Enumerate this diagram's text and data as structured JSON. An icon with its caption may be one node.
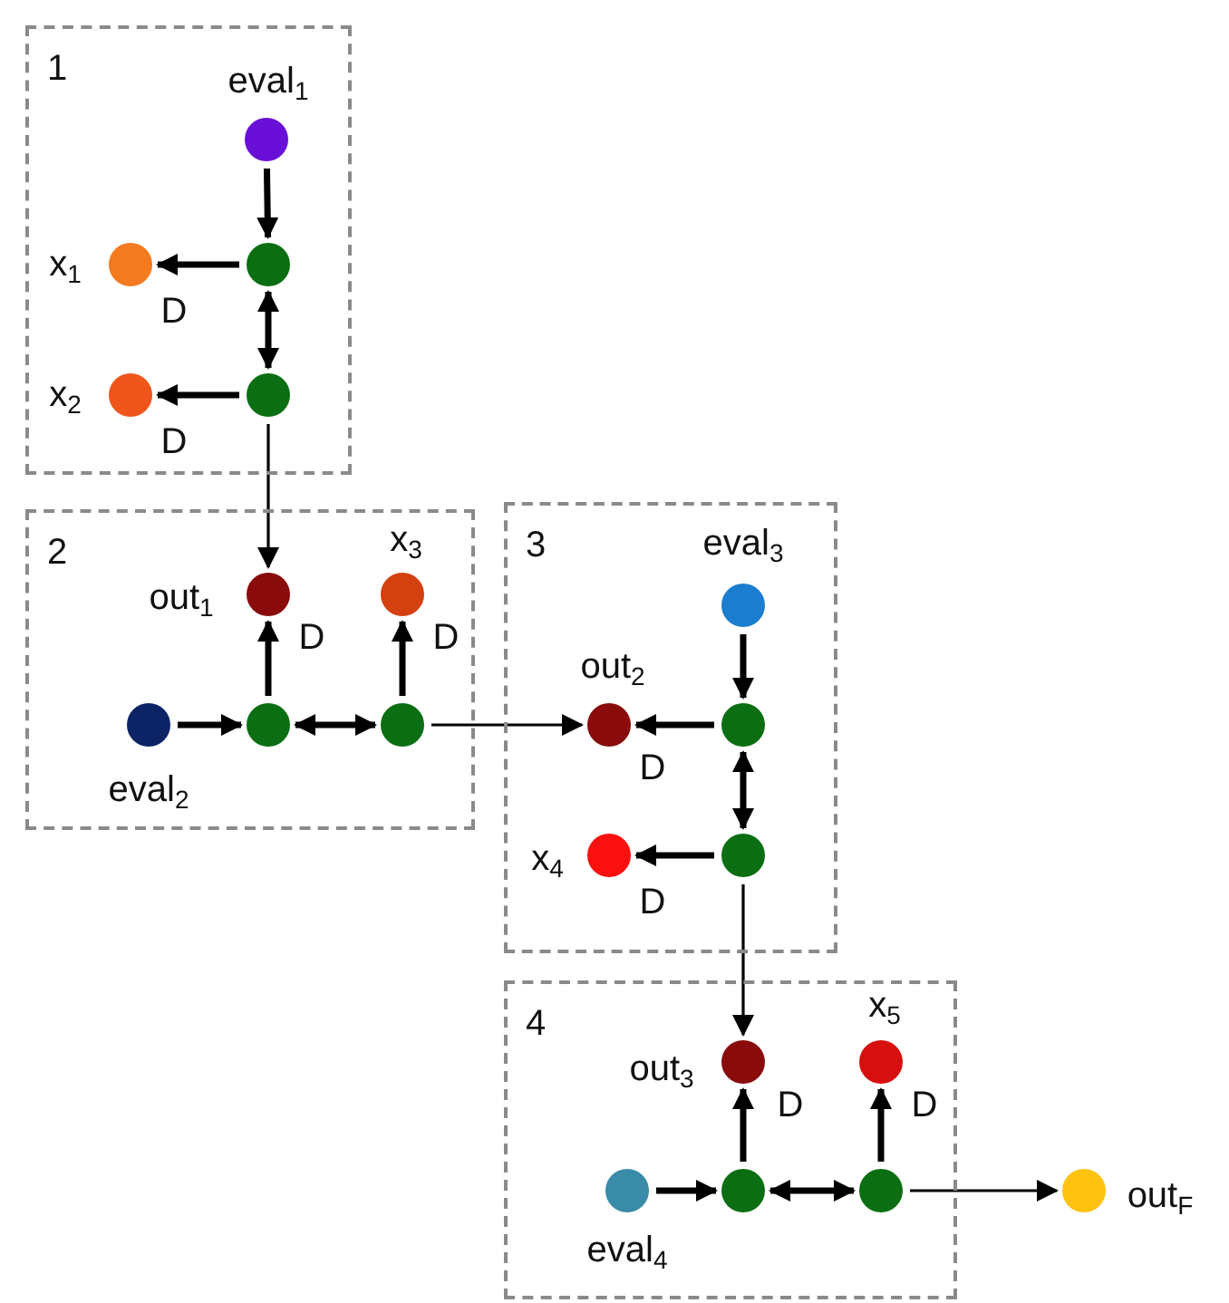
{
  "diagram": {
    "nodes": [
      {
        "text": [
          "1"
        ]
      },
      {
        "text": [],
        "shape": "circle",
        "in": 0,
        "beside": [
          "eval$_{1}$"
        ]
      },
      {
        "text": [],
        "shape": "circle",
        "in": 0
      },
      {
        "text": [],
        "shape": "circle",
        "in": 0,
        "beside": [
          "x$_{1}$"
        ]
      },
      {
        "text": [],
        "shape": "circle",
        "in": 0
      },
      {
        "text": [],
        "shape": "circle",
        "in": 0,
        "beside": [
          "x$_{2}$"
        ]
      },
      {
        "text": [
          "2"
        ]
      },
      {
        "text": [],
        "shape": "circle",
        "in": 6,
        "beside": [
          "out$_{1}$"
        ]
      },
      {
        "text": [],
        "shape": "circle",
        "in": 6,
        "beside": [
          "x$_{3}$"
        ]
      },
      {
        "text": [],
        "shape": "circle",
        "in": 6,
        "beside": [
          "eval$_{2}$"
        ]
      },
      {
        "text": [],
        "shape": "circle",
        "in": 6
      },
      {
        "text": [],
        "shape": "circle",
        "in": 6
      },
      {
        "text": [
          "3"
        ]
      },
      {
        "text": [],
        "shape": "circle",
        "in": 12,
        "beside": [
          "eval$_{3}$"
        ]
      },
      {
        "text": [],
        "shape": "circle",
        "in": 12,
        "beside": [
          "out$_{2}$"
        ]
      },
      {
        "text": [],
        "shape": "circle",
        "in": 12
      },
      {
        "text": [],
        "shape": "circle",
        "in": 12,
        "beside": [
          "x$_{4}$"
        ]
      },
      {
        "text": [],
        "shape": "circle",
        "in": 12
      },
      {
        "text": [
          "4"
        ]
      },
      {
        "text": [],
        "shape": "circle",
        "in": 18,
        "beside": [
          "out$_{3}$"
        ]
      },
      {
        "text": [],
        "shape": "circle",
        "in": 18,
        "beside": [
          "x$_{5}$"
        ]
      },
      {
        "text": [],
        "shape": "circle",
        "in": 18,
        "beside": [
          "eval$_{4}$"
        ]
      },
      {
        "text": [],
        "shape": "circle",
        "in": 18
      },
      {
        "text": [],
        "shape": "circle",
        "in": 18
      },
      {
        "text": [],
        "shape": "circle",
        "beside": [
          "out$_{F}$"
        ]
      }
    ],
    "edges": [
      {
        "from": 1,
        "to": 2,
        "arrow": "to"
      },
      {
        "from": 2,
        "to": 3,
        "arrow": "to",
        "label": "D"
      },
      {
        "from": 2,
        "to": 4,
        "arrow": "both"
      },
      {
        "from": 4,
        "to": 5,
        "arrow": "to",
        "label": "D"
      },
      {
        "from": 4,
        "to": 7,
        "arrow": "to"
      },
      {
        "from": 10,
        "to": 7,
        "arrow": "to",
        "label": "D"
      },
      {
        "from": 11,
        "to": 8,
        "arrow": "to",
        "label": "D"
      },
      {
        "from": 9,
        "to": 10,
        "arrow": "to"
      },
      {
        "from": 10,
        "to": 11,
        "arrow": "both"
      },
      {
        "from": 11,
        "to": 14,
        "arrow": "to"
      },
      {
        "from": 15,
        "to": 14,
        "arrow": "to",
        "label": "D"
      },
      {
        "from": 13,
        "to": 15,
        "arrow": "to"
      },
      {
        "from": 15,
        "to": 17,
        "arrow": "both"
      },
      {
        "from": 17,
        "to": 16,
        "arrow": "to",
        "label": "D"
      },
      {
        "from": 17,
        "to": 19,
        "arrow": "to"
      },
      {
        "from": 22,
        "to": 19,
        "arrow": "to",
        "label": "D"
      },
      {
        "from": 23,
        "to": 20,
        "arrow": "to",
        "label": "D"
      },
      {
        "from": 21,
        "to": 22,
        "arrow": "to"
      },
      {
        "from": 22,
        "to": 23,
        "arrow": "both"
      },
      {
        "from": 23,
        "to": 24,
        "arrow": "to"
      }
    ]
  }
}
